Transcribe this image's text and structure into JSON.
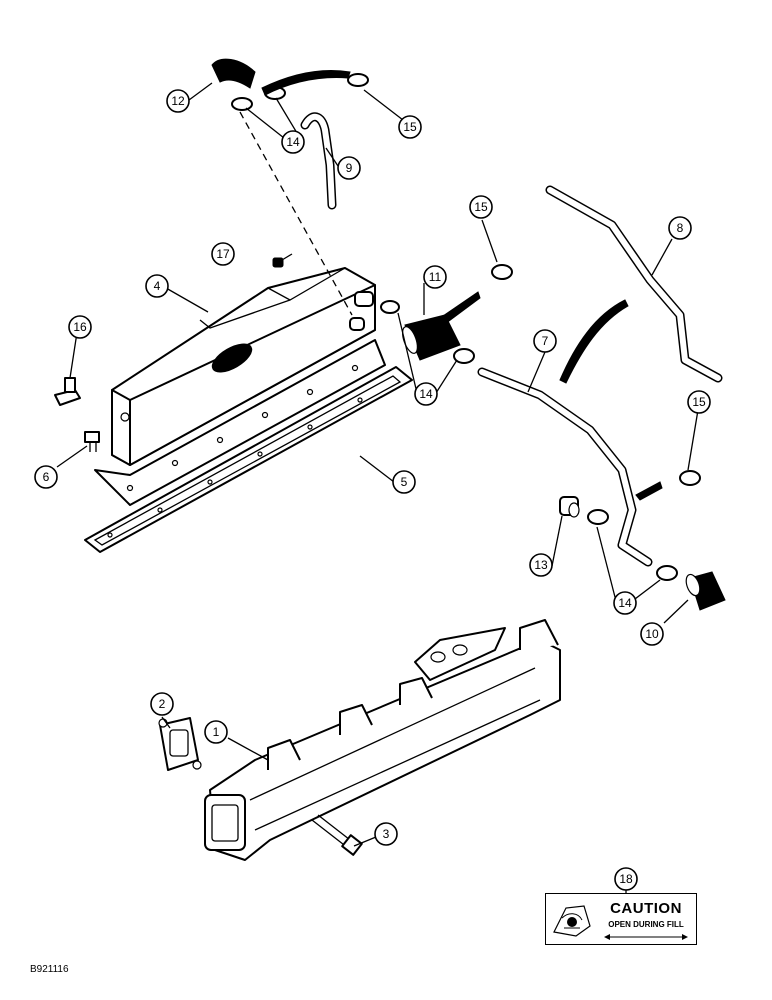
{
  "callouts": [
    {
      "id": "1",
      "label": "1"
    },
    {
      "id": "2",
      "label": "2"
    },
    {
      "id": "3",
      "label": "3"
    },
    {
      "id": "4",
      "label": "4"
    },
    {
      "id": "5",
      "label": "5"
    },
    {
      "id": "6",
      "label": "6"
    },
    {
      "id": "7",
      "label": "7"
    },
    {
      "id": "8",
      "label": "8"
    },
    {
      "id": "9",
      "label": "9"
    },
    {
      "id": "10",
      "label": "10"
    },
    {
      "id": "11",
      "label": "11"
    },
    {
      "id": "12",
      "label": "12"
    },
    {
      "id": "13",
      "label": "13"
    },
    {
      "id": "14a",
      "label": "14"
    },
    {
      "id": "14b",
      "label": "14"
    },
    {
      "id": "14c",
      "label": "14"
    },
    {
      "id": "15a",
      "label": "15"
    },
    {
      "id": "15b",
      "label": "15"
    },
    {
      "id": "15c",
      "label": "15"
    },
    {
      "id": "16",
      "label": "16"
    },
    {
      "id": "17",
      "label": "17"
    },
    {
      "id": "18",
      "label": "18"
    }
  ],
  "decal": {
    "title": "CAUTION",
    "subtitle": "OPEN DURING FILL"
  },
  "figure_code": "B921116"
}
